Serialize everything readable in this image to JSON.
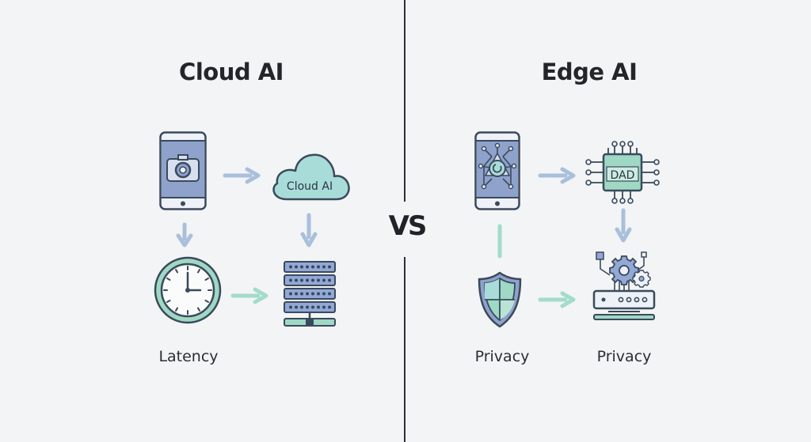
{
  "left_panel": {
    "title": "Cloud AI",
    "cloud_text": "Cloud AI",
    "label": "Latency"
  },
  "right_panel": {
    "title": "Edge AI",
    "chip_text": "DAD",
    "label_left": "Privacy",
    "label_right": "Privacy"
  },
  "center": {
    "vs_text": "VS"
  },
  "colors": {
    "background": "#f3f4f5",
    "outline": "#3a4a5c",
    "phone_fill": "#8ea2cc",
    "cloud_fill": "#a8dcd9",
    "server_fill": "#92a8d6",
    "teal": "#9fd8c4",
    "arrow_blue": "#a9bfdc",
    "arrow_teal": "#a3dcc8"
  }
}
